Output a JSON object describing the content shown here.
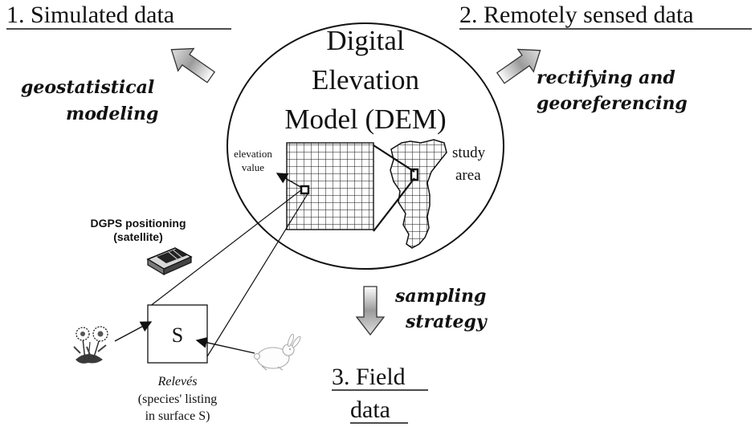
{
  "headings": {
    "simulated": "1. Simulated data",
    "remote": "2. Remotely sensed data",
    "field_line1": "3. Field",
    "field_line2": "data"
  },
  "dem_title": {
    "line1": "Digital",
    "line2": "Elevation",
    "line3": "Model (DEM)"
  },
  "processes": {
    "geostat_line1": "geostatistical",
    "geostat_line2": "modeling",
    "rectify_line1": "rectifying and",
    "rectify_line2": "georeferencing",
    "sampling_line1": "sampling",
    "sampling_line2": "strategy"
  },
  "labels": {
    "elevation_line1": "elevation",
    "elevation_line2": "value",
    "study_line1": "study",
    "study_line2": "area",
    "dgps_line1": "DGPS positioning",
    "dgps_line2": "(satellite)",
    "plot_symbol": "S",
    "releves": "Relevés",
    "releves_desc_line1": "(species' listing",
    "releves_desc_line2": "in surface S)"
  },
  "icons": [
    "flower-icon",
    "rabbit-icon",
    "gps-receiver-icon"
  ]
}
